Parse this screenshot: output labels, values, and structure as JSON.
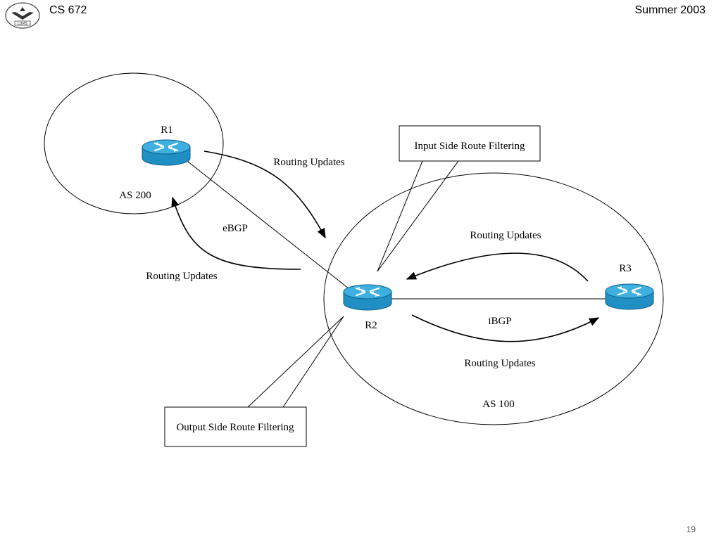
{
  "header": {
    "course": "CS 672",
    "term": "Summer 2003",
    "logo_text": "LUMS"
  },
  "page_number": "19",
  "diagram": {
    "autonomous_systems": [
      {
        "id": "as200",
        "label": "AS 200"
      },
      {
        "id": "as100",
        "label": "AS 100"
      }
    ],
    "routers": [
      {
        "id": "r1",
        "label": "R1",
        "icon": "router-icon"
      },
      {
        "id": "r2",
        "label": "R2",
        "icon": "router-icon"
      },
      {
        "id": "r3",
        "label": "R3",
        "icon": "router-icon"
      }
    ],
    "sessions": {
      "ebgp": "eBGP",
      "ibgp": "iBGP"
    },
    "updates": {
      "r1_to_r2": "Routing Updates",
      "r2_to_r1": "Routing Updates",
      "r3_to_r2": "Routing Updates",
      "r2_to_r3": "Routing Updates"
    },
    "callouts": {
      "input": "Input Side Route Filtering",
      "output": "Output Side Route Filtering"
    },
    "colors": {
      "router_fill": "#1f8fc4",
      "router_top": "#3db0e0",
      "router_edge": "#0d5f8a",
      "line": "#000000"
    }
  }
}
